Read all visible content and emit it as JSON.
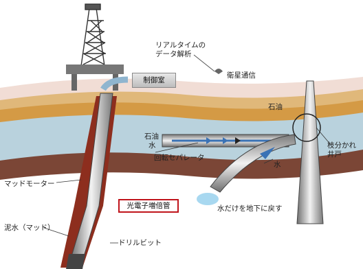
{
  "labels": {
    "realtime": [
      "リアルタイムの",
      "データ解析"
    ],
    "control_room": "制御室",
    "satellite": "衛星通信",
    "oil_right": "石油",
    "separator_oil": "石油",
    "separator_water": "水",
    "branch_well": [
      "枝分かれ",
      "井戸"
    ],
    "rotary_separator": "回転セパレータ",
    "water": "水",
    "mud_motor": "マッドモーター",
    "photomultiplier": "光電子増倍管",
    "reinject": "水だけを地下に戻す",
    "mud": "泥水（マッド）",
    "drill_bit": "ドリルビット"
  },
  "colors": {
    "highlight_border": "#c0141b",
    "sky_layer": "#f1ddd5",
    "oil_layer": "#d49a45",
    "water_layer": "#b9d2dd",
    "rock_layer": "#7b4636"
  }
}
